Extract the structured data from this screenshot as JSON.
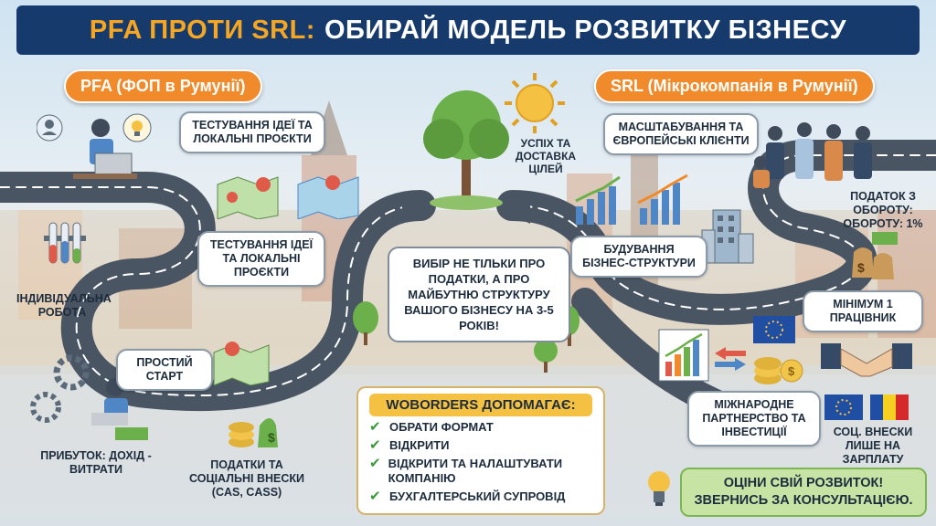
{
  "header": {
    "title_left": "PFA ПРОТИ SRL:",
    "title_right": "ОБИРАЙ МОДЕЛЬ РОЗВИТКУ БІЗНЕСУ"
  },
  "left_pill": "PFA (ФОП в Румунії)",
  "right_pill": "SRL (Мікрокомпанія в Румунії)",
  "left": {
    "test_idea_top": "ТЕСТУВАННЯ ІДЕЇ ТА ЛОКАЛЬНІ ПРОЄКТИ",
    "test_idea_mid": "ТЕСТУВАННЯ ІДЕЇ ТА ЛОКАЛЬНІ ПРОЄКТИ",
    "individual": "ІНДИВІДУАЛЬНА РОБОТА",
    "simple_start": "ПРОСТИЙ СТАРТ",
    "profit": "ПРИБУТОК: ДОХІД - ВИТРАТИ",
    "taxes": "ПОДАТКИ ТА СОЦІАЛЬНІ ВНЕСКИ (CAS, CASS)"
  },
  "center": {
    "tree_label": "УСПІХ ТА ДОСТАВКА ЦІЛЕЙ",
    "choice": "ВИБІР НЕ ТІЛЬКИ ПРО ПОДАТКИ, А ПРО МАЙБУТНЮ СТРУКТУРУ ВАШОГО БІЗНЕСУ НА 3-5 РОКІВ!",
    "help_title": "WOBORDERS ДОПОМАГАЄ:",
    "help_items": [
      "ОБРАТИ ФОРМАТ",
      "ВІДКРИТИ",
      "ВІДКРИТИ ТА НАЛАШТУВАТИ КОМПАНІЮ",
      "БУХГАЛТЕРСЬКИЙ СУПРОВІД"
    ]
  },
  "right": {
    "scaling": "МАСШТАБУВАННЯ ТА ЄВРОПЕЙСЬКІ КЛІЄНТИ",
    "tax": "ПОДАТОК З ОБОРОТУ: ОБОРОТУ: 1%",
    "building": "БУДУВАННЯ БІЗНЕС-СТРУКТУРИ",
    "min_worker": "МІНІМУМ 1 ПРАЦІВНИК",
    "partnership": "МІЖНАРОДНЕ ПАРТНЕРСТВО ТА ІНВЕСТИЦІЇ",
    "social": "СОЦ. ВНЕСКИ ЛИШЕ НА ЗАРПЛАТУ",
    "cta": "ОЦІНИ СВІЙ РОЗВИТОК! ЗВЕРНИСЬ ЗА КОНСУЛЬТАЦІЄЮ."
  },
  "colors": {
    "banner": "#163a6b",
    "accent_orange": "#f18a2a",
    "title_orange": "#f5a623",
    "road": "#4a5563",
    "cta_green": "#c7e4a5"
  }
}
